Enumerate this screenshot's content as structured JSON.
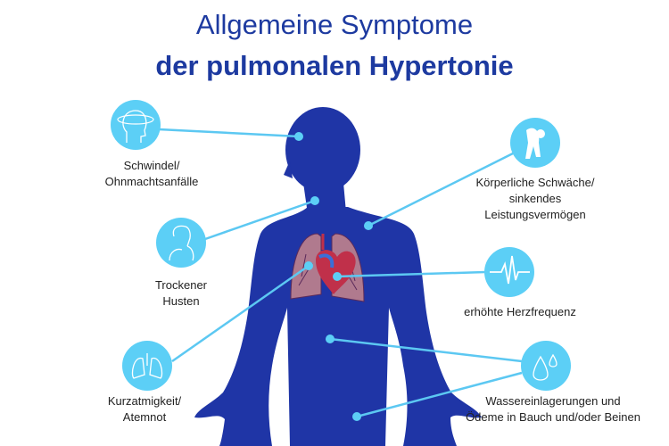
{
  "title": {
    "line1": "Allgemeine Symptome",
    "line2": "der pulmonalen Hypertonie"
  },
  "colors": {
    "title": "#1d3aa0",
    "body": "#1f35a6",
    "circle": "#5ccff6",
    "line": "#5cc8f2",
    "lungs": "#b07a8e",
    "heart": "#c0304a"
  },
  "symptoms": [
    {
      "icon": "dizzy-head-icon",
      "line1": "Schwindel/",
      "line2": "Ohnmachtsanfälle"
    },
    {
      "icon": "coughing-person-icon",
      "line1": "Trockener",
      "line2": "Husten"
    },
    {
      "icon": "lungs-icon",
      "line1": "Kurzatmigkeit/",
      "line2": "Atemnot"
    },
    {
      "icon": "exhausted-person-icon",
      "line1": "Körperliche Schwäche/",
      "line2": "sinkendes",
      "line3": "Leistungsvermögen"
    },
    {
      "icon": "heartbeat-icon",
      "line1": "erhöhte Herzfrequenz"
    },
    {
      "icon": "water-drops-icon",
      "line1": "Wassereinlagerungen und",
      "line2": "Ödeme in Bauch und/oder Beinen"
    }
  ]
}
